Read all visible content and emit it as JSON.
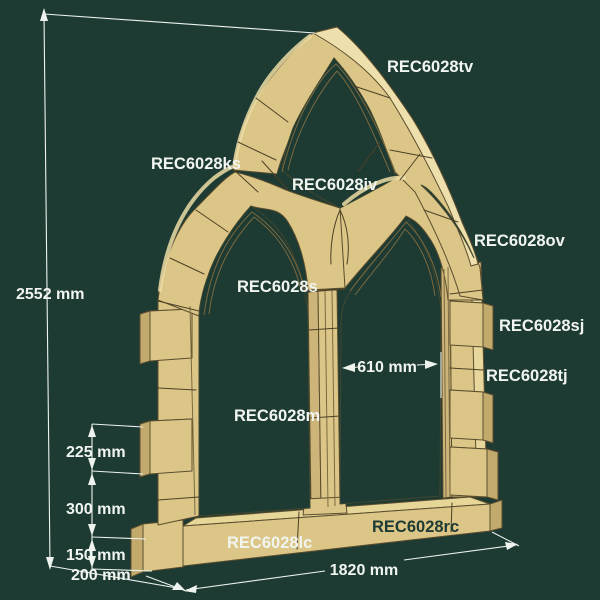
{
  "diagram_type": "3d-exploded-stone-window-diagram",
  "colors": {
    "background": "#1d3a33",
    "stone_front": "#dcc687",
    "stone_light": "#eee0ad",
    "stone_side": "#c2aa6d",
    "stone_moulding": "#cdb57a",
    "outline": "#5a4d2e",
    "label_light": "#f1f5f0",
    "label_dark": "#1d3a33",
    "dimension_lines": "#eef3ee"
  },
  "labels": {
    "tv": "REC6028tv",
    "ks": "REC6028ks",
    "iv": "REC6028iv",
    "ov": "REC6028ov",
    "s": "REC6028s",
    "sj": "REC6028sj",
    "tj": "REC6028tj",
    "m": "REC6028m",
    "lc": "REC6028lc",
    "rc": "REC6028rc"
  },
  "dimensions": {
    "overall_height": "2552 mm",
    "jamb_course_a": "225 mm",
    "jamb_course_b": "300 mm",
    "sill_height": "150 mm",
    "depth": "200 mm",
    "light_width": "610 mm",
    "overall_width": "1820 mm"
  }
}
